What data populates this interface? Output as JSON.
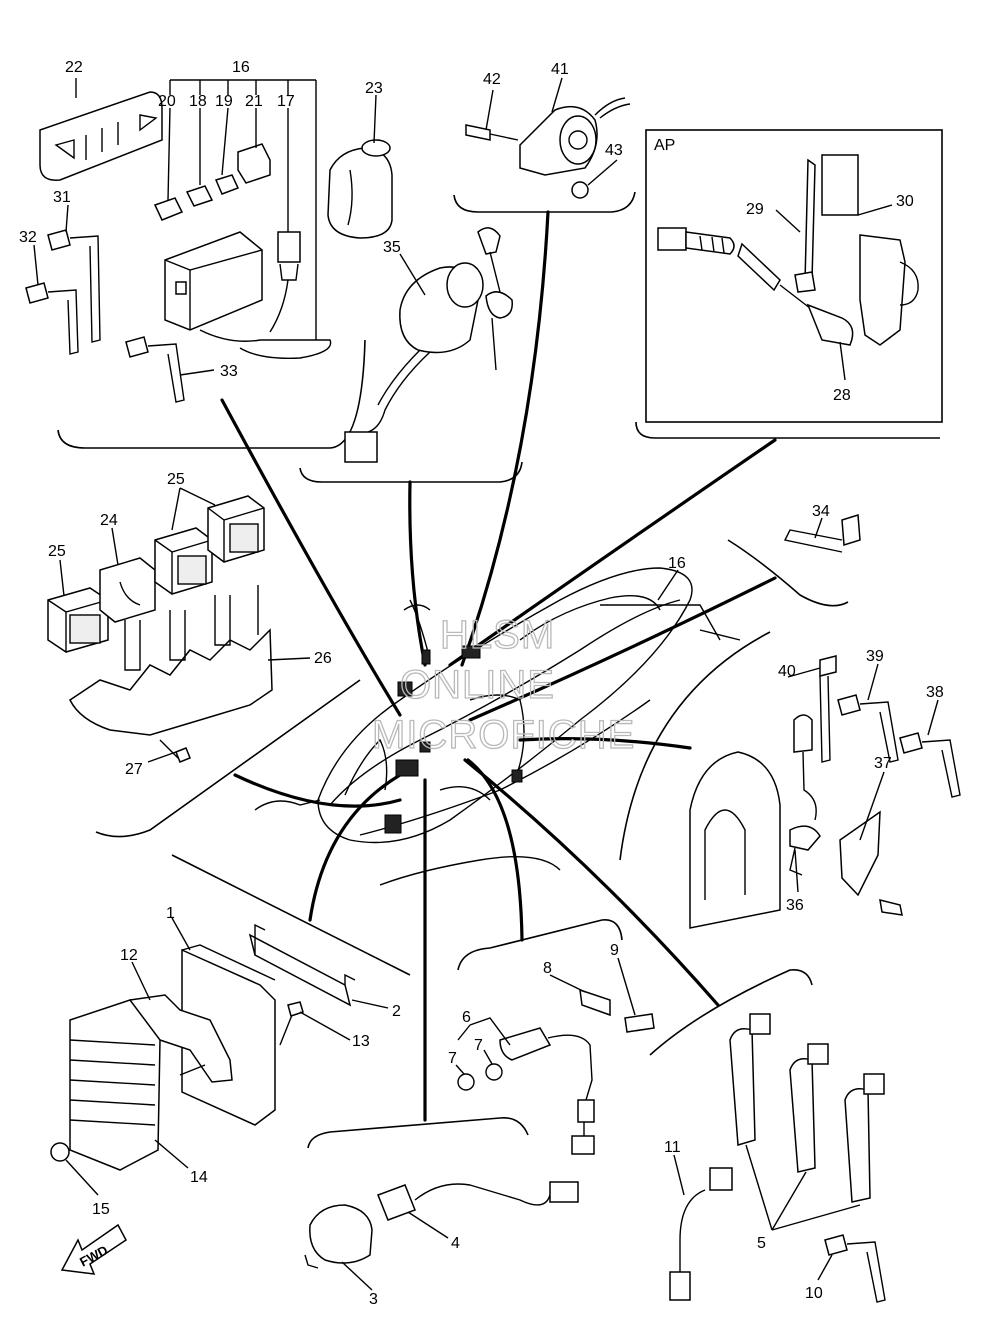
{
  "diagram": {
    "callouts": [
      "1",
      "2",
      "3",
      "4",
      "5",
      "6",
      "7",
      "7",
      "8",
      "9",
      "10",
      "11",
      "12",
      "13",
      "14",
      "15",
      "16",
      "16",
      "17",
      "18",
      "19",
      "20",
      "21",
      "22",
      "23",
      "24",
      "25",
      "25",
      "26",
      "27",
      "28",
      "29",
      "30",
      "31",
      "32",
      "33",
      "34",
      "35",
      "36",
      "37",
      "38",
      "39",
      "40",
      "41",
      "42",
      "43"
    ],
    "inset_label": "AP",
    "fwd_label": "FWD",
    "watermark": [
      "HLSM",
      "ONLINE",
      "MICROFICHE"
    ]
  }
}
